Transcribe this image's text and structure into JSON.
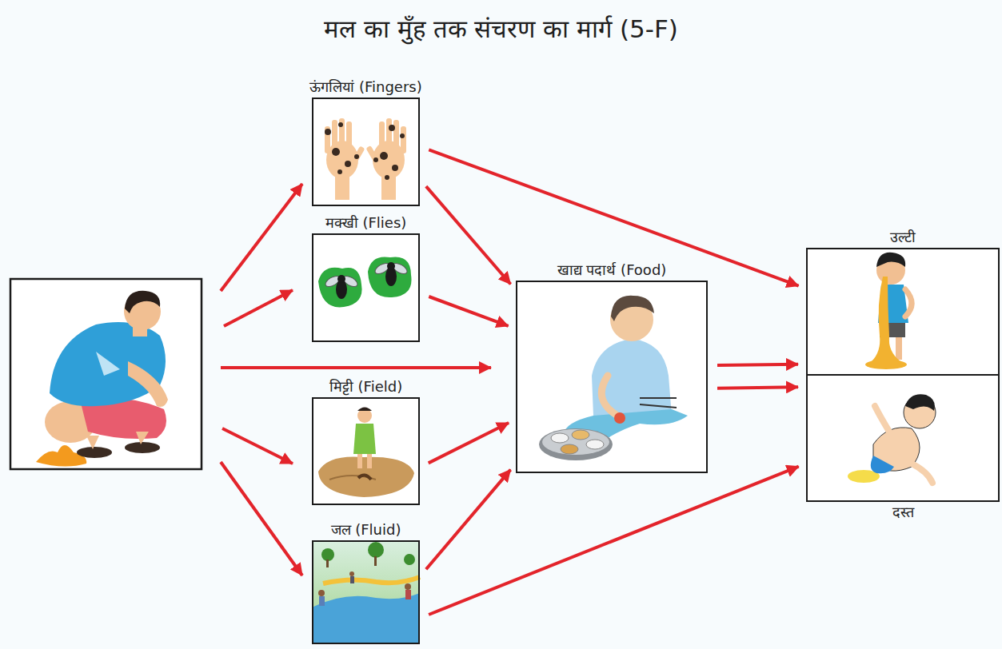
{
  "diagram": {
    "title": "मल का मुँह तक संचरण का मार्ग (5-F)",
    "nodes": [
      {
        "text": [
          "ऊंगलियां (Fingers)"
        ]
      },
      {
        "text": [
          "मक्खी (Flies)"
        ]
      },
      {
        "text": [
          "मिट्टी (Field)"
        ]
      },
      {
        "text": [
          "जल (Fluid)"
        ]
      },
      {
        "text": [
          "खाद्य पदार्थ (Food)"
        ]
      },
      {
        "text": [
          "उल्टी"
        ]
      },
      {
        "text": [
          "दस्त"
        ]
      }
    ],
    "edges": [
      {
        "from": 0,
        "to": 4,
        "arrow": "to"
      },
      {
        "from": 0,
        "to": 5,
        "arrow": "to"
      },
      {
        "from": 1,
        "to": 4,
        "arrow": "to"
      },
      {
        "from": 2,
        "to": 4,
        "arrow": "to"
      },
      {
        "from": 3,
        "to": 4,
        "arrow": "to"
      },
      {
        "from": 3,
        "to": 6,
        "arrow": "to"
      },
      {
        "from": 4,
        "to": 5,
        "arrow": "to"
      },
      {
        "from": 4,
        "to": 6,
        "arrow": "to"
      }
    ]
  }
}
